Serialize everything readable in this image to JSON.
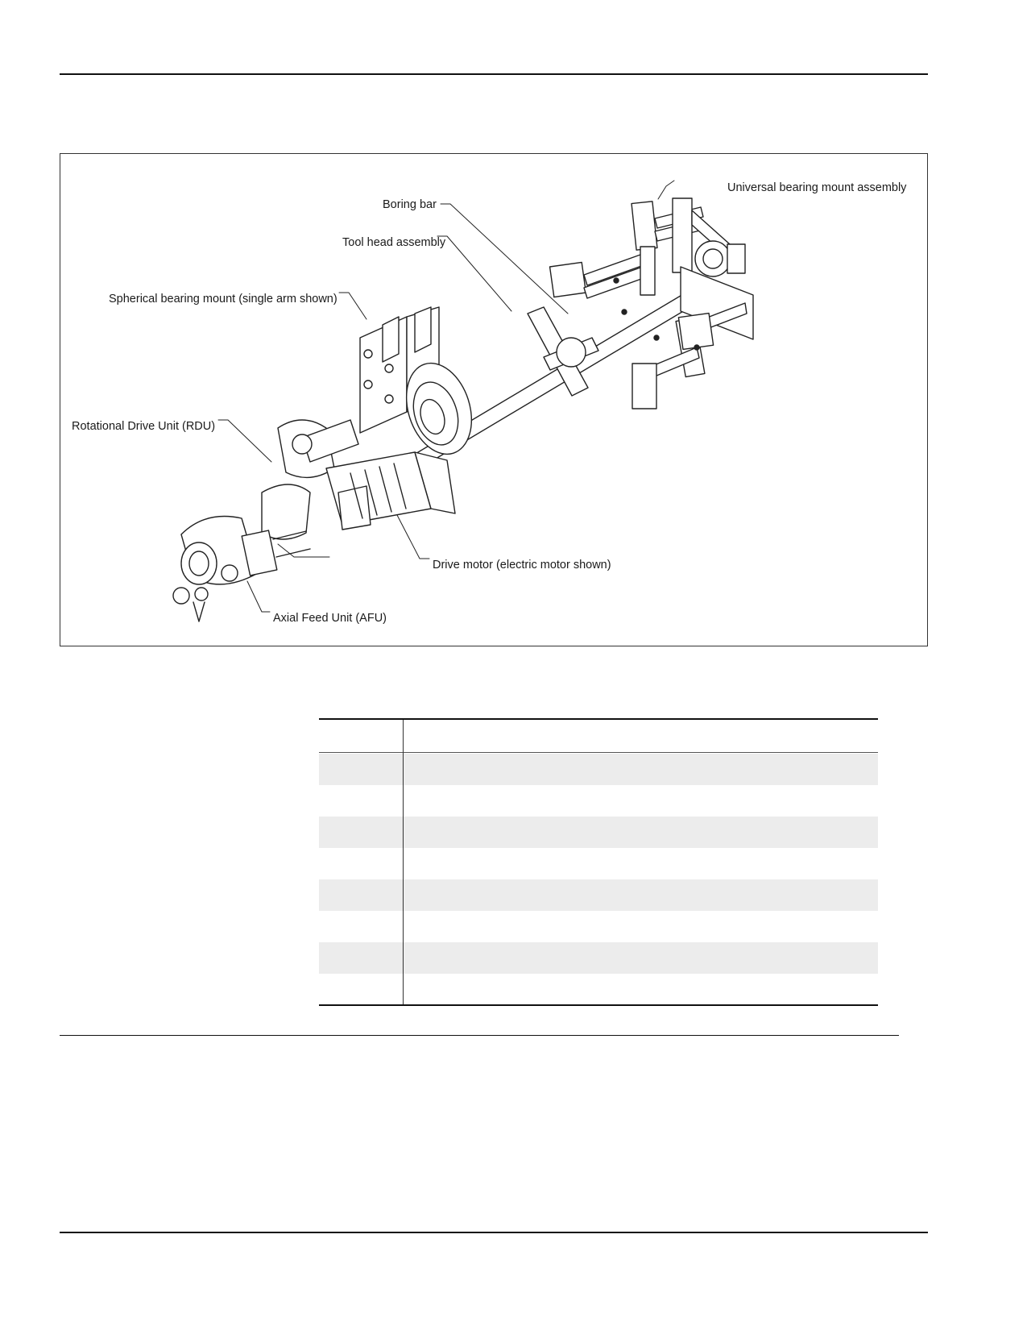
{
  "figure": {
    "callouts": {
      "universal_bearing_mount": "Universal bearing mount assembly",
      "boring_bar": "Boring bar",
      "tool_head": "Tool head assembly",
      "spherical_bearing_mount": "Spherical bearing mount (single arm shown)",
      "rdu": "Rotational Drive Unit (RDU)",
      "drive_motor": "Drive motor (electric motor shown)",
      "afu": "Axial Feed Unit (AFU)"
    }
  },
  "table": {
    "row_count": 8,
    "shaded_rows": [
      1,
      3,
      5,
      7
    ]
  }
}
